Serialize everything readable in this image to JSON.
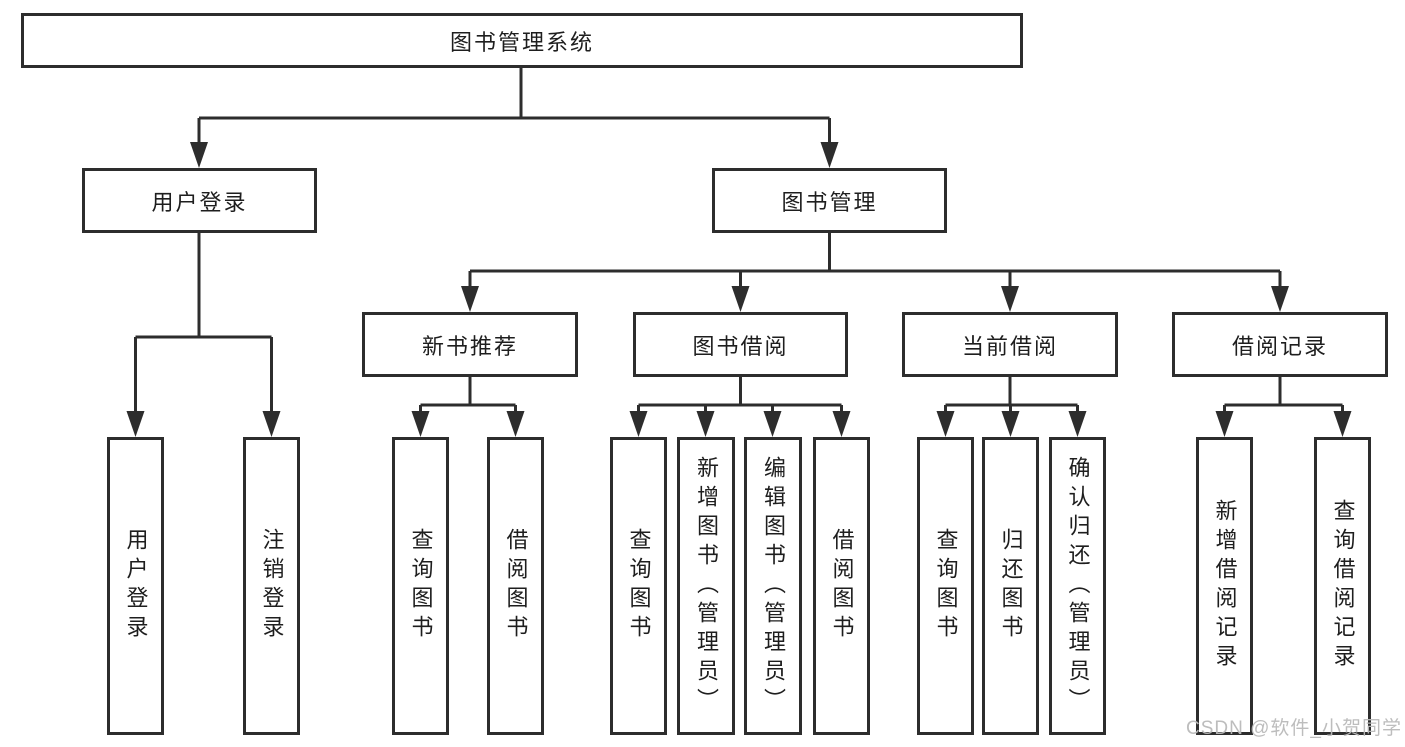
{
  "diagram": {
    "root": {
      "label": "图书管理系统"
    },
    "level2": [
      {
        "label": "用户登录",
        "parent": "图书管理系统"
      },
      {
        "label": "图书管理",
        "parent": "图书管理系统"
      }
    ],
    "level3": [
      {
        "label": "新书推荐",
        "parent": "图书管理"
      },
      {
        "label": "图书借阅",
        "parent": "图书管理"
      },
      {
        "label": "当前借阅",
        "parent": "图书管理"
      },
      {
        "label": "借阅记录",
        "parent": "图书管理"
      }
    ],
    "leaves": [
      {
        "label": "用户登录",
        "parent": "用户登录"
      },
      {
        "label": "注销登录",
        "parent": "用户登录"
      },
      {
        "label": "查询图书",
        "parent": "新书推荐"
      },
      {
        "label": "借阅图书",
        "parent": "新书推荐"
      },
      {
        "label": "查询图书",
        "parent": "图书借阅"
      },
      {
        "label": "新增图书（管理员）",
        "parent": "图书借阅"
      },
      {
        "label": "编辑图书（管理员）",
        "parent": "图书借阅"
      },
      {
        "label": "借阅图书",
        "parent": "图书借阅"
      },
      {
        "label": "查询图书",
        "parent": "当前借阅"
      },
      {
        "label": "归还图书",
        "parent": "当前借阅"
      },
      {
        "label": "确认归还（管理员）",
        "parent": "当前借阅"
      },
      {
        "label": "新增借阅记录",
        "parent": "借阅记录"
      },
      {
        "label": "查询借阅记录",
        "parent": "借阅记录"
      }
    ]
  },
  "watermark": {
    "text": "CSDN @软件_小贺同学"
  },
  "colors": {
    "line": "#2d2d2d",
    "box_border": "#2d2d2d",
    "text": "#1e1e1e",
    "watermark": "#b9b9b9",
    "background": "#ffffff"
  }
}
